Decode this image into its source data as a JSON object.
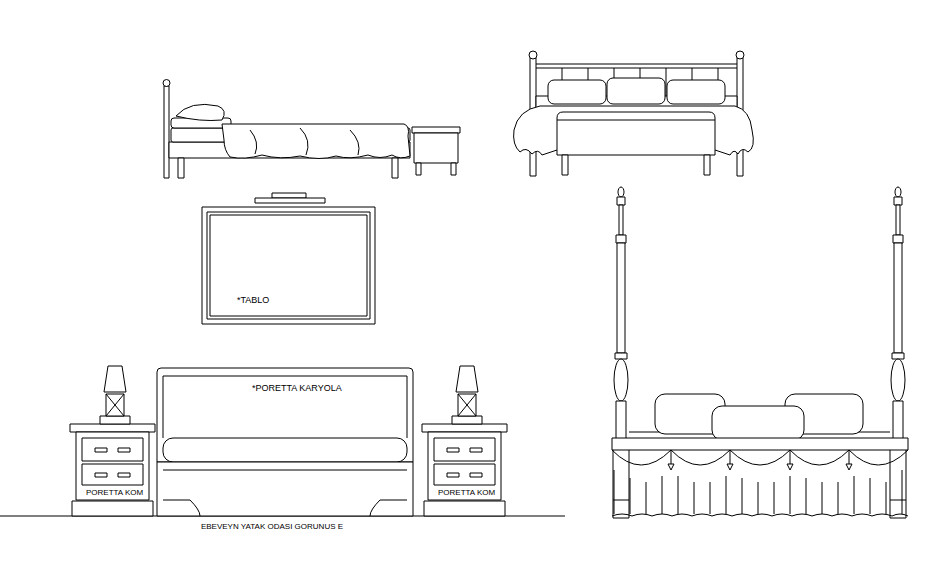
{
  "diagram": {
    "caption": "EBEVEYN YATAK ODASI GORUNUS E",
    "labels": [
      "*TABLO",
      "*PORETTA KARYOLA",
      "PORETTA KOM",
      "PORETTA KOM"
    ]
  }
}
